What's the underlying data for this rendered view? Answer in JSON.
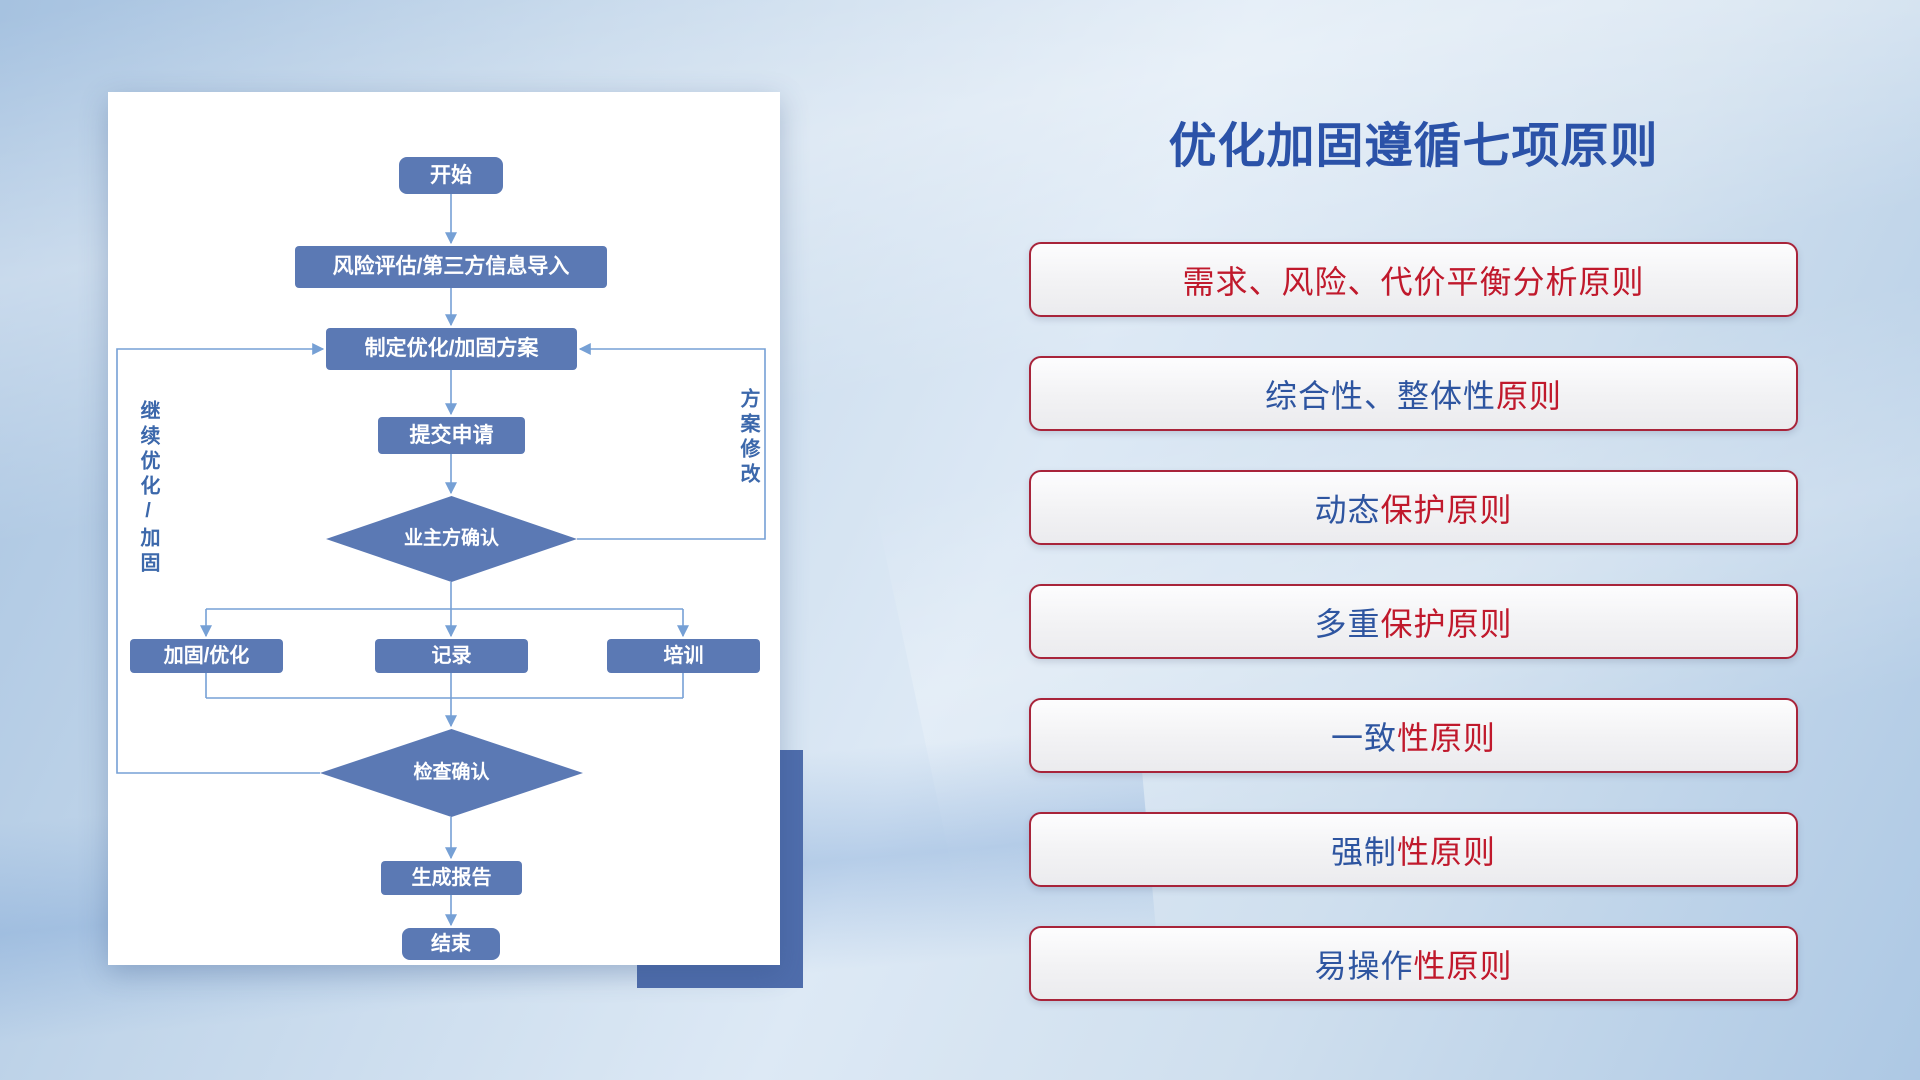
{
  "flowchart": {
    "nodes": {
      "start": "开始",
      "risk_import": "风险评估/第三方信息导入",
      "make_plan": "制定优化/加固方案",
      "submit": "提交申请",
      "owner_confirm": "业主方确认",
      "harden": "加固/优化",
      "record": "记录",
      "train": "培训",
      "check_confirm": "检查确认",
      "report": "生成报告",
      "end": "结束"
    },
    "loop_labels": {
      "left": "继续优化/加固",
      "right": "方案修改"
    }
  },
  "principles": {
    "title": "优化加固遵循七项原则",
    "items": [
      {
        "segments": [
          {
            "text": "需求、风险、代价平衡分析原则",
            "color": "red"
          }
        ]
      },
      {
        "segments": [
          {
            "text": "综合性、整体性",
            "color": "blue"
          },
          {
            "text": "原则",
            "color": "red"
          }
        ]
      },
      {
        "segments": [
          {
            "text": "动态",
            "color": "blue"
          },
          {
            "text": "保护原则",
            "color": "red"
          }
        ]
      },
      {
        "segments": [
          {
            "text": "多重",
            "color": "blue"
          },
          {
            "text": "保护原则",
            "color": "red"
          }
        ]
      },
      {
        "segments": [
          {
            "text": "一致",
            "color": "blue"
          },
          {
            "text": "性原则",
            "color": "red"
          }
        ]
      },
      {
        "segments": [
          {
            "text": "强制",
            "color": "blue"
          },
          {
            "text": "性原则",
            "color": "red"
          }
        ]
      },
      {
        "segments": [
          {
            "text": "易操作",
            "color": "blue"
          },
          {
            "text": "性原则",
            "color": "red"
          }
        ]
      }
    ]
  },
  "colors": {
    "title_blue": "#2b52a8",
    "principle_blue": "#2e55a0",
    "principle_red": "#c0192c",
    "principle_border": "#a8243a",
    "node_fill": "#5b79b4",
    "connector": "#76a0d5",
    "accent_block": "#4f6dac"
  }
}
